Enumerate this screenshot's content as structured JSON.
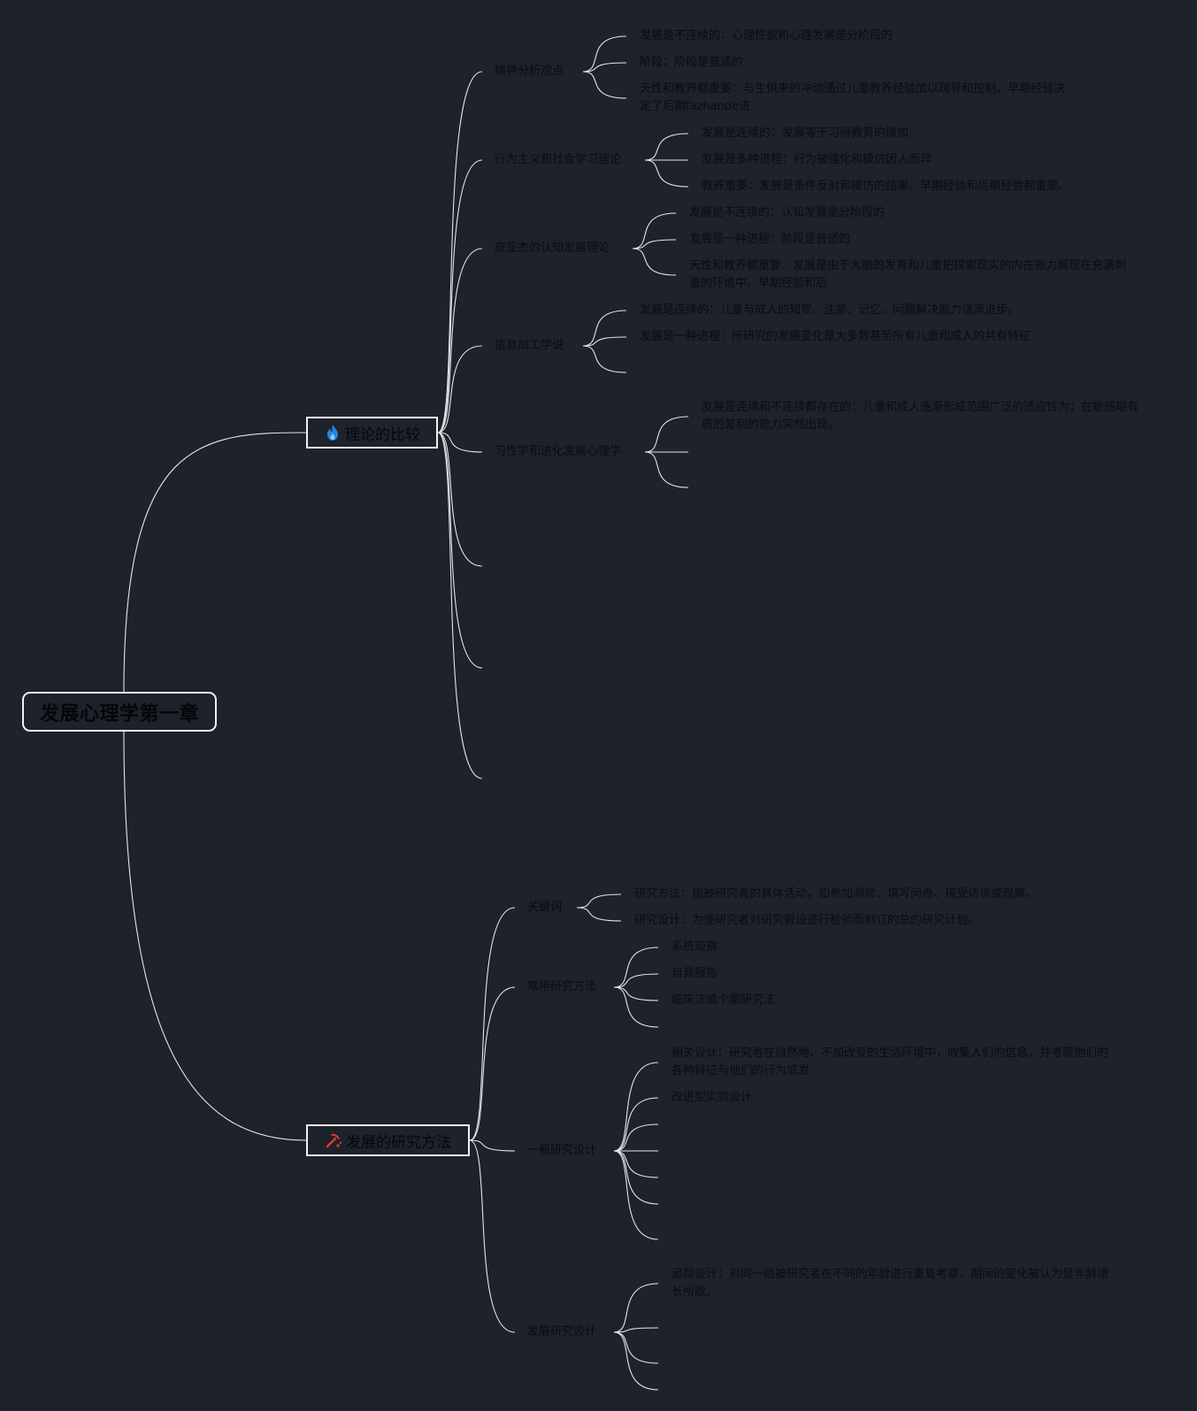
{
  "root": {
    "title": "发展心理学第一章"
  },
  "branches": [
    {
      "title": "理论的比较",
      "icon": "fire-icon",
      "icon_color": "#1e88e5",
      "topics": [
        {
          "title": "精神分析观点",
          "items": [
            "发展是不连续的：心理性欲和心理发展是分阶段的",
            "阶段：阶段是普适的",
            "天性和教养都重要：与生俱来的冲动通过儿童教养经验加以疏导和控制。早期经验决定了后期fazhande进"
          ]
        },
        {
          "title": "行为主义和社会学习理论",
          "items": [
            "发展是连续的：发展等于习得教育的增加",
            "发展是多种进程：行为被强化和模仿因人而异",
            "教养重要：发展是条件反射和模仿的结果。早期经验和后期经验都重要。"
          ]
        },
        {
          "title": "皮亚杰的认知发展理论",
          "items": [
            "发展是不连续的：认知发展是分阶段的",
            "发展是一种进程：阶段是普适的",
            "天性和教养都重要：发展是由于大脑的发育和儿童把探索现实的内在驱力展现在充满刺激的环境中。早期经验和后"
          ]
        },
        {
          "title": "信息加工学说",
          "items": [
            "发展是连续的：儿童与成人的知觉、注意、记忆、问题解决能力逐渐进步。",
            "发展是一种进程：所研究的发展变化是大多数甚至所有儿童和成人的共有特征"
          ]
        },
        {
          "title": "习性学和进化发展心理学",
          "items": [
            "发展是连续和不连续都存在的：儿童和成人逐渐形成范围广泛的适应性为；在敏感期有质的差别的能力突然出现。"
          ]
        }
      ]
    },
    {
      "title": "发展的研究方法",
      "icon": "pickaxe-icon",
      "icon_color": "#e53935",
      "topics": [
        {
          "title": "关键词",
          "items": [
            "研究方法：指被研究者的具体活动，如参加测验、填写问卷、接受访谈或观察。",
            "研究设计：为使研究者对研究假设进行检验而制订的总的研究计划。"
          ]
        },
        {
          "title": "常用研究方法",
          "items": [
            "系统观察",
            "自我报告",
            "临床法或个案研究法"
          ]
        },
        {
          "title": "一般研究设计",
          "items": [
            "相关设计：研究者在自然地、不加改变的生活环境中，收集人们的信息，并考察他们的各种特征与他们的行为或发",
            "改进型实验设计"
          ]
        },
        {
          "title": "发展研究设计",
          "items": [
            "追踪设计：对同一组被研究者在不同的年龄进行重复考察，期间的变化被认为是年龄增长所致。"
          ]
        }
      ]
    }
  ]
}
